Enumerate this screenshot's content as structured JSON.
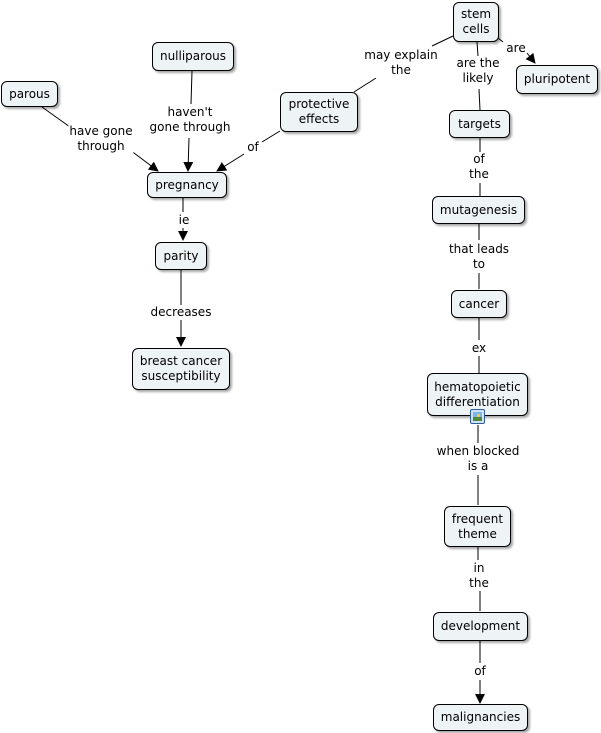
{
  "concepts": {
    "parous": "parous",
    "nulliparous": "nulliparous",
    "protective_effects": "protective\neffects",
    "stem_cells": "stem\ncells",
    "pluripotent": "pluripotent",
    "pregnancy": "pregnancy",
    "targets": "targets",
    "parity": "parity",
    "mutagenesis": "mutagenesis",
    "breast_cancer": "breast cancer\nsusceptibility",
    "cancer": "cancer",
    "hematopoietic": "hematopoietic\ndifferentiation",
    "frequent_theme": "frequent\ntheme",
    "development": "development",
    "malignancies": "malignancies"
  },
  "links": {
    "have_gone_through": "have gone\nthrough",
    "havent_gone_through": "haven't\ngone through",
    "of_protective": "of",
    "may_explain": "may explain\nthe",
    "are": "are",
    "are_the_likely": "are the\nlikely",
    "ie": "ie",
    "of_the_targets": "of\nthe",
    "decreases": "decreases",
    "that_leads_to": "that leads\nto",
    "ex": "ex",
    "when_blocked": "when blocked\nis a",
    "in_the": "in\nthe",
    "of_development": "of"
  },
  "icons": {
    "attached_image": "image-resource-icon"
  }
}
